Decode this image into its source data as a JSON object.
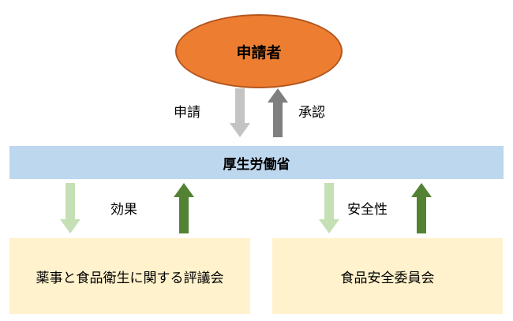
{
  "nodes": {
    "applicant": "申請者",
    "ministry": "厚生労働省",
    "council": "薬事と食品衛生に関する評議会",
    "food_safety_commission": "食品安全委員会"
  },
  "labels": {
    "apply": "申請",
    "approve": "承認",
    "efficacy": "効果",
    "safety": "安全性"
  },
  "colors": {
    "applicant_fill": "#ed7d31",
    "ministry_fill": "#bdd7ee",
    "committee_fill": "#fff2cc",
    "arrow_light_gray": "#c4c4c4",
    "arrow_dark_gray": "#7f7f7f",
    "arrow_light_green": "#c5e0b4",
    "arrow_dark_green": "#548235"
  }
}
